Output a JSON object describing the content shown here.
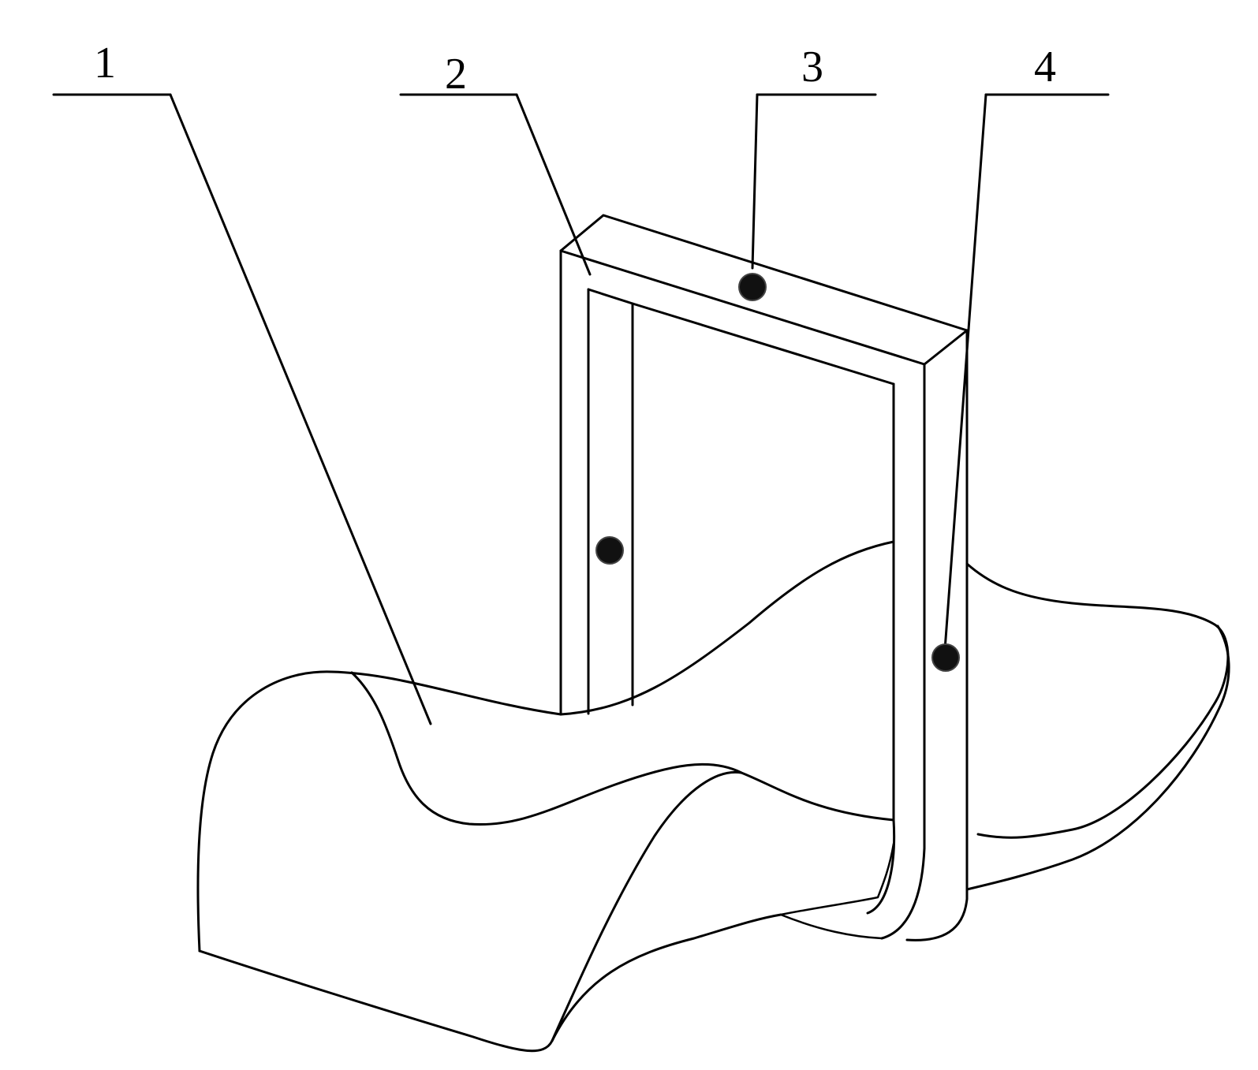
{
  "callouts": [
    {
      "id": "1",
      "label": "1"
    },
    {
      "id": "2",
      "label": "2"
    },
    {
      "id": "3",
      "label": "3"
    },
    {
      "id": "4",
      "label": "4"
    }
  ],
  "colors": {
    "ink": "#000000",
    "paper": "#ffffff",
    "dot_fill": "#111111"
  },
  "icons": [
    "sensor-dot-icon"
  ]
}
